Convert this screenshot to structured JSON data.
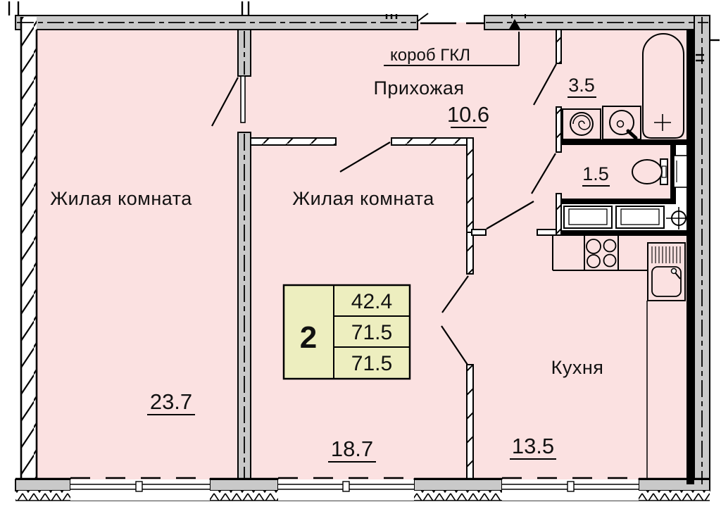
{
  "plan": {
    "rooms": {
      "living1": {
        "name": "Жилая комната",
        "area": "23.7"
      },
      "living2": {
        "name": "Жилая комната",
        "area": "18.7"
      },
      "hallway": {
        "name": "Прихожая",
        "area": "10.6"
      },
      "bathroom": {
        "area": "3.5"
      },
      "wc": {
        "area": "1.5"
      },
      "kitchen": {
        "name": "Кухня",
        "area": "13.5"
      }
    },
    "annotations": {
      "duct_label": "короб ГКЛ"
    },
    "stamp": {
      "rooms_count": "2",
      "values": [
        "42.4",
        "71.5",
        "71.5"
      ]
    }
  },
  "colors": {
    "floor": "#FBE1E1",
    "wall_gray": "#C9C9C9",
    "stamp_bg": "#EDEEBF",
    "line": "#000000"
  }
}
